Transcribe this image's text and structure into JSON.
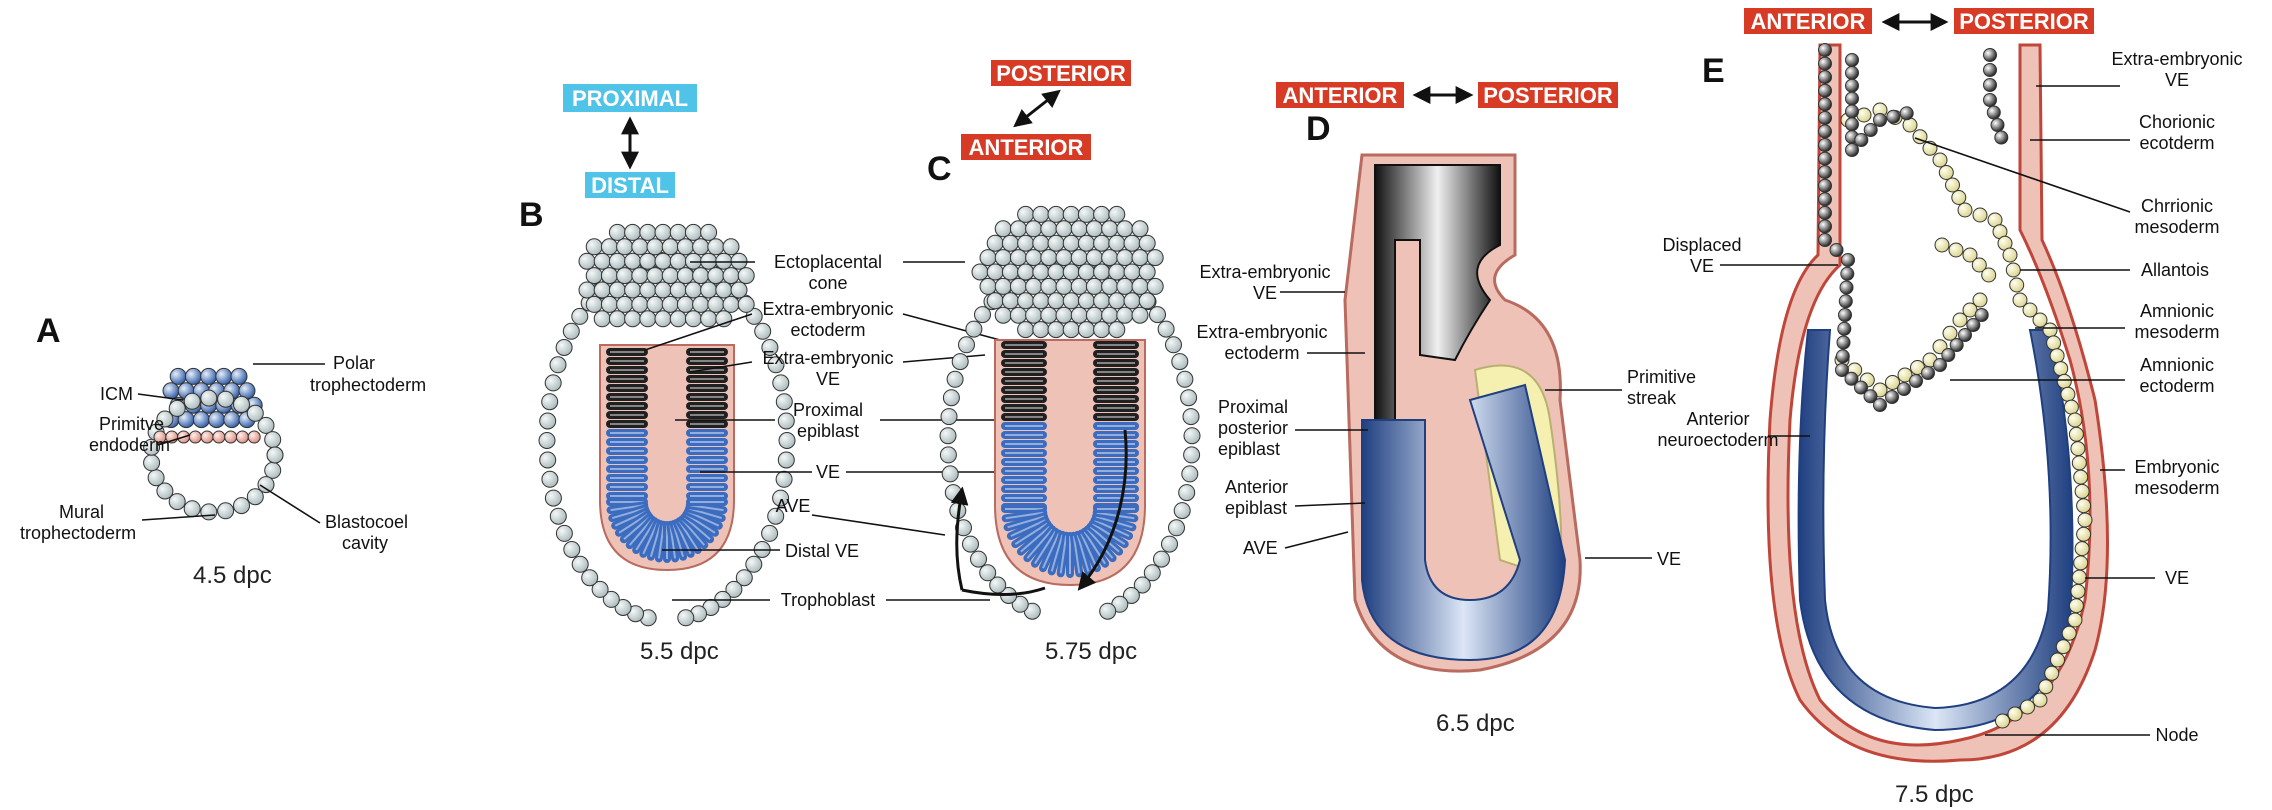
{
  "colors": {
    "trophoblast": "#cfdcdd",
    "epiblast_blue": "#3f6fb5",
    "ve_pink": "#e7b2a8",
    "ectoderm_dark": "#222222",
    "mesoderm_yellow": "#f5f0b0",
    "tag_red": "#d73a25",
    "tag_cyan": "#4fc3e8"
  },
  "panels": {
    "A": {
      "letter": "A",
      "stage": "4.5 dpc",
      "labels": {
        "polar_trophectoderm": [
          "Polar",
          "trophectoderm"
        ],
        "icm": [
          "ICM"
        ],
        "primitive_endoderm": [
          "Primitve",
          "endoderm"
        ],
        "mural_trophectoderm": [
          "Mural",
          "trophectoderm"
        ],
        "blastocoel_cavity": [
          "Blastocoel",
          "cavity"
        ]
      }
    },
    "B": {
      "letter": "B",
      "stage": "5.5 dpc",
      "axis_top": "PROXIMAL",
      "axis_bottom": "DISTAL",
      "labels": {
        "ectoplacental_cone": [
          "Ectoplacental",
          "cone"
        ],
        "extraembryonic_ectoderm": [
          "Extra-embryonic",
          "ectoderm"
        ],
        "extraembryonic_ve": [
          "Extra-embryonic",
          "VE"
        ],
        "proximal_epiblast": [
          "Proximal",
          "epiblast"
        ],
        "ve": [
          "VE"
        ],
        "ave": [
          "AVE"
        ],
        "distal_ve": [
          "Distal VE"
        ],
        "trophoblast": [
          "Trophoblast"
        ]
      }
    },
    "C": {
      "letter": "C",
      "stage": "5.75 dpc",
      "axis_top": "POSTERIOR",
      "axis_bottom": "ANTERIOR"
    },
    "D": {
      "letter": "D",
      "stage": "6.5 dpc",
      "axis_left": "ANTERIOR",
      "axis_right": "POSTERIOR",
      "labels": {
        "extraembryonic_ve": [
          "Extra-embryonic",
          "VE"
        ],
        "extraembryonic_ectoderm": [
          "Extra-embryonic",
          "ectoderm"
        ],
        "proximal_posterior_epiblast": [
          "Proximal",
          "posterior",
          "epiblast"
        ],
        "anterior_epiblast": [
          "Anterior",
          "epiblast"
        ],
        "ave": [
          "AVE"
        ],
        "primitive_streak": [
          "Primitive",
          "streak"
        ],
        "ve": [
          "VE"
        ]
      }
    },
    "E": {
      "letter": "E",
      "stage": "7.5 dpc",
      "axis_left": "ANTERIOR",
      "axis_right": "POSTERIOR",
      "labels": {
        "extraembryonic_ve": [
          "Extra-embryonic",
          "VE"
        ],
        "chorionic_ecotderm": [
          "Chorionic",
          "ecotderm"
        ],
        "chrrionic_mesoderm": [
          "Chrrionic",
          "mesoderm"
        ],
        "displaced_ve": [
          "Displaced",
          "VE"
        ],
        "allantois": [
          "Allantois"
        ],
        "amnionic_mesoderm": [
          "Amnionic",
          "mesoderm"
        ],
        "amnionic_ectoderm": [
          "Amnionic",
          "ectoderm"
        ],
        "anterior_neuroectoderm": [
          "Anterior",
          "neuroectoderm"
        ],
        "embryonic_mesoderm": [
          "Embryonic",
          "mesoderm"
        ],
        "ve": [
          "VE"
        ],
        "node": [
          "Node"
        ]
      }
    }
  }
}
